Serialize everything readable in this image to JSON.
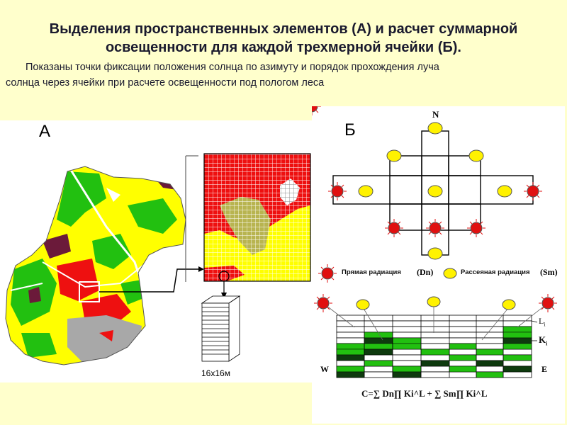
{
  "title": "Выделения пространственных элементов (А) и расчет суммарной освещенности для каждой трехмерной ячейки  (Б).",
  "subtitle_line1": "Показаны точки фиксации положения солнца по азимуту и порядок прохождения луча",
  "subtitle_line2": "солнца через ячейки при расчете освещенности под пологом леса",
  "panel_a": {
    "letter": "А",
    "cube_caption": "16х16м"
  },
  "panel_b": {
    "letter": "Б",
    "north": "N",
    "west": "W",
    "east": "E",
    "legend_direct": "Прямая радиация",
    "legend_direct_symbol": "(Dn)",
    "legend_diffuse": "Рассеяная радиация",
    "legend_diffuse_symbol": "(Sm)",
    "label_L": "L",
    "label_L_sub": "i",
    "label_K": "K",
    "label_K_sub": "i",
    "formula": "C=∑ Dn∏ Ki^L  + ∑ Sm∏ Ki^L"
  },
  "colors": {
    "background": "#FFFFCC",
    "direct": "#E01010",
    "diffuse": "#FFF200",
    "green": "#22C010",
    "dark_green": "#0E3A0E",
    "map_red": "#EE1010",
    "map_yellow": "#FFFF00",
    "olive": "#B8B450",
    "gray": "#A8A8A8"
  }
}
